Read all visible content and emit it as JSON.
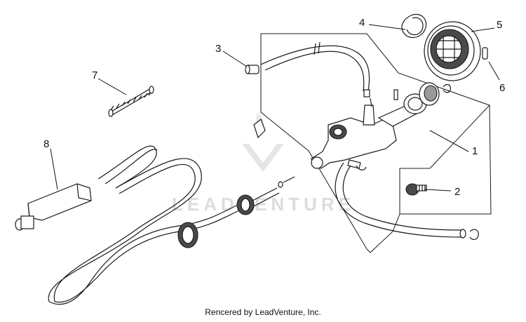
{
  "callouts": [
    {
      "label": "1"
    },
    {
      "label": "2"
    },
    {
      "label": "3"
    },
    {
      "label": "4"
    },
    {
      "label": "5"
    },
    {
      "label": "6"
    },
    {
      "label": "7"
    },
    {
      "label": "8"
    }
  ],
  "watermark": {
    "text": "LEADVENTURE"
  },
  "footer": {
    "credit": "Rencered by LeadVenture, Inc."
  }
}
